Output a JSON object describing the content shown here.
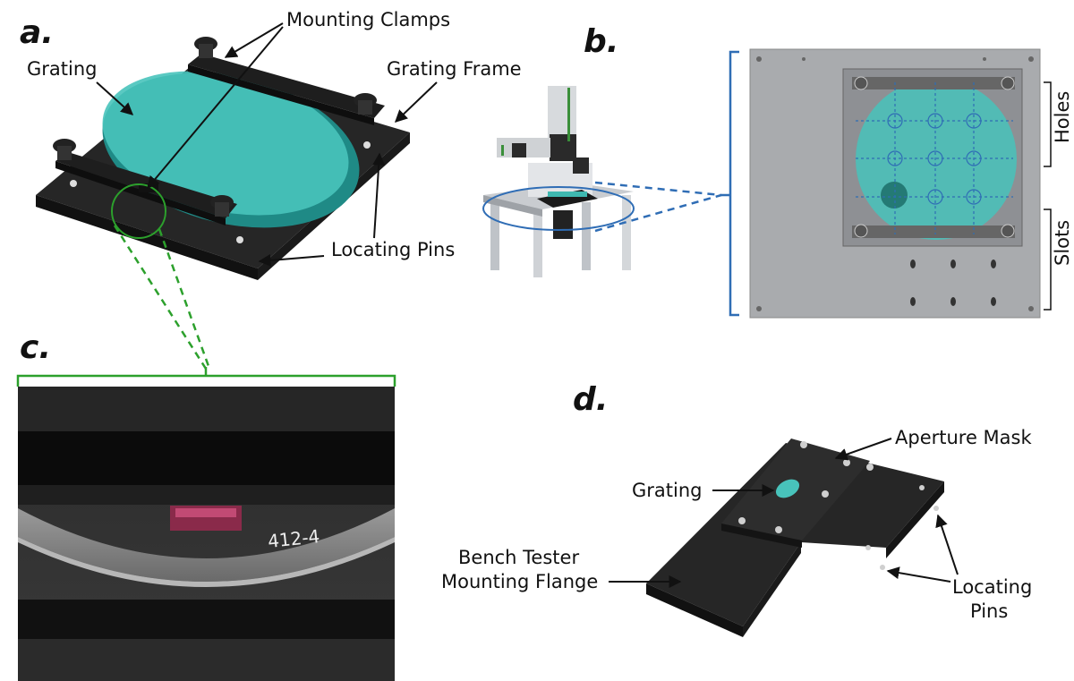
{
  "panels": {
    "a": {
      "letter": "a.",
      "labels": {
        "mounting_clamps": "Mounting Clamps",
        "grating": "Grating",
        "grating_frame": "Grating Frame",
        "locating_pins": "Locating Pins"
      }
    },
    "b": {
      "letter": "b.",
      "labels": {
        "holes": "Holes",
        "slots": "Slots"
      }
    },
    "c": {
      "letter": "c.",
      "labels": {
        "grating_mark": "412-4"
      }
    },
    "d": {
      "letter": "d.",
      "labels": {
        "aperture_mask": "Aperture Mask",
        "grating": "Grating",
        "bench_tester_line1": "Bench Tester",
        "bench_tester_line2": "Mounting Flange",
        "locating_pins_line1": "Locating",
        "locating_pins_line2": "Pins"
      }
    }
  },
  "colors": {
    "teal": "#3fb8b0",
    "frame_black": "#1e1e1e",
    "blue_callout": "#2f6db5",
    "green_callout": "#2ca02c",
    "plate_gray": "#a9abae"
  }
}
